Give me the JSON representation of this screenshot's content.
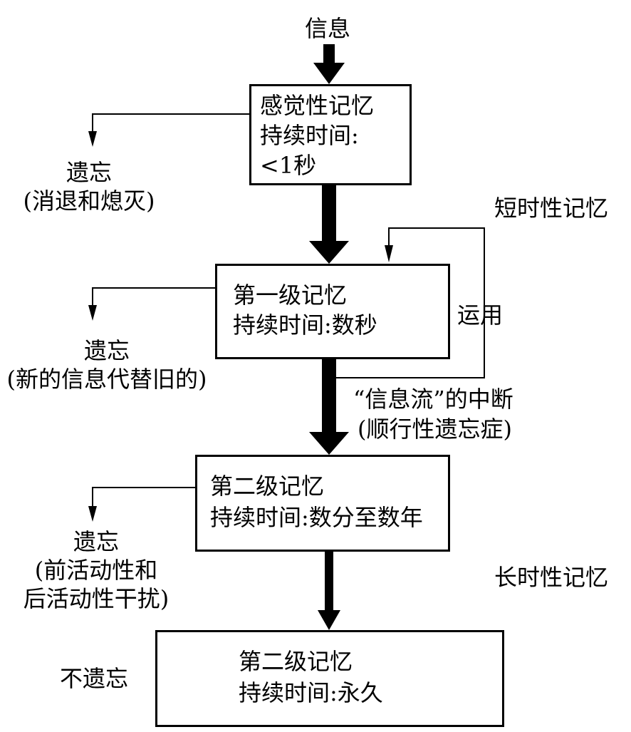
{
  "input_label": "信息",
  "boxes": [
    {
      "lines": [
        "感觉性记忆",
        "持续时间:",
        "<1秒"
      ]
    },
    {
      "lines": [
        "第一级记忆",
        "持续时间:数秒"
      ]
    },
    {
      "lines": [
        "第二级记忆",
        "持续时间:数分至数年"
      ]
    },
    {
      "lines": [
        "第二级记忆",
        "持续时间:永久"
      ]
    }
  ],
  "forget": [
    {
      "lines": [
        "遗忘",
        "(消退和熄灭)"
      ]
    },
    {
      "lines": [
        "遗忘",
        "(新的信息代替旧的)"
      ]
    },
    {
      "lines": [
        "遗忘",
        "(前活动性和",
        "后活动性干扰)"
      ]
    },
    {
      "lines": [
        "不遗忘"
      ]
    }
  ],
  "side_labels": {
    "short_term": "短时性记忆",
    "use": "运用",
    "interrupt_1": "“信息流”的中断",
    "interrupt_2": "(顺行性遗忘症)",
    "long_term": "长时性记忆"
  },
  "colors": {
    "stroke": "#000000",
    "background": "#ffffff"
  }
}
